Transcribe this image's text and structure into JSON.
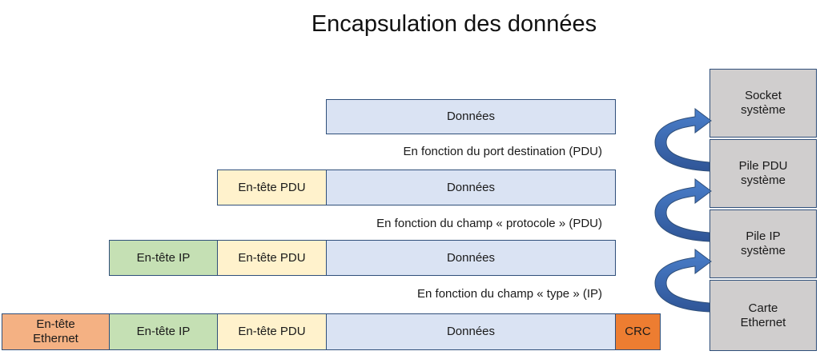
{
  "title": "Encapsulation des données",
  "rows": {
    "row1": {
      "donnees": "Données"
    },
    "caption1": "En fonction du port destination (PDU)",
    "row2": {
      "pdu": "En-tête PDU",
      "donnees": "Données"
    },
    "caption2": "En fonction du champ « protocole » (PDU)",
    "row3": {
      "ip": "En-tête IP",
      "pdu": "En-tête PDU",
      "donnees": "Données"
    },
    "caption3": "En fonction du champ « type » (IP)",
    "row4": {
      "eth": "En-tête Ethernet",
      "ip": "En-tête IP",
      "pdu": "En-tête PDU",
      "donnees": "Données",
      "crc": "CRC"
    }
  },
  "stack": [
    "Socket système",
    "Pile PDU système",
    "Pile IP système",
    "Carte Ethernet"
  ],
  "colors": {
    "donnees": "#dae3f3",
    "pdu": "#fff2cc",
    "ip": "#c5e0b4",
    "ethernet": "#f4b183",
    "crc": "#ed7d31",
    "stack": "#d0cece",
    "arrow": "#3e6fb8"
  }
}
